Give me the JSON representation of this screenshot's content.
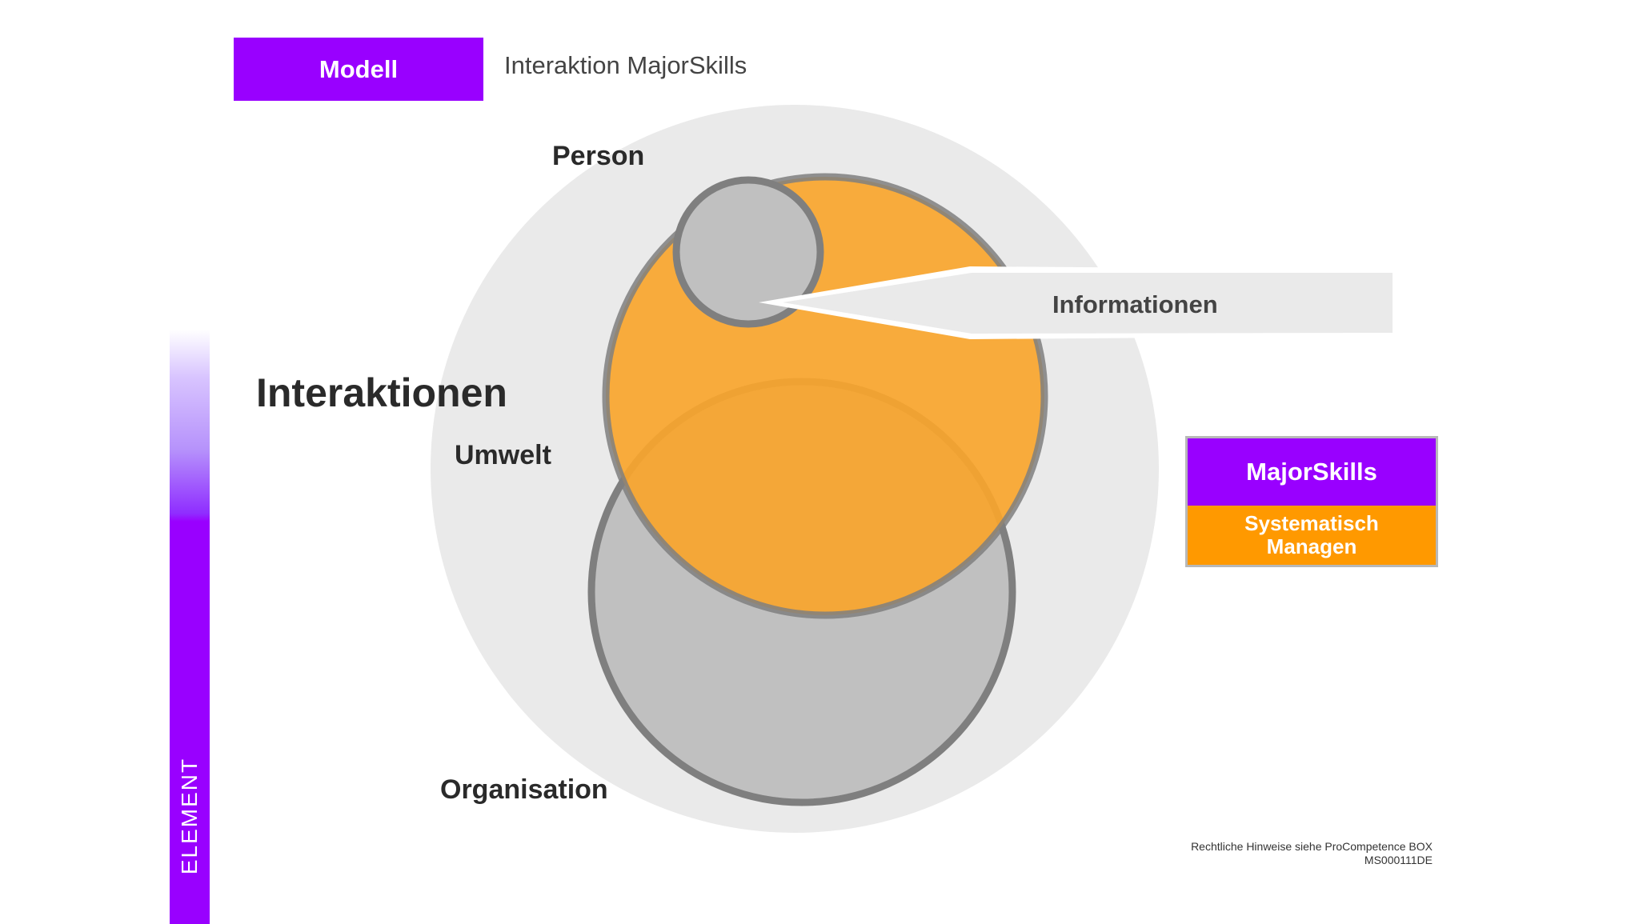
{
  "header": {
    "badge_label": "Modell",
    "title": "Interaktion MajorSkills"
  },
  "sidebar": {
    "label": "ELEMENT"
  },
  "diagram": {
    "labels": {
      "person": "Person",
      "interactions": "Interaktionen",
      "environment": "Umwelt",
      "organisation": "Organisation",
      "information": "Informationen"
    }
  },
  "brand_box": {
    "title": "MajorSkills",
    "subtitle_line1": "Systematisch",
    "subtitle_line2": "Managen"
  },
  "footer": {
    "legal_notice": "Rechtliche Hinweise siehe ProCompetence BOX",
    "document_code": "MS000111DE"
  },
  "colors": {
    "purple": "#9900ff",
    "orange": "#ff9900",
    "circle_orange": "#f9ab3b",
    "light_gray": "#eaeaea",
    "mid_gray": "#c0c0c0",
    "stroke_gray": "#7f7f7f"
  },
  "icons": []
}
